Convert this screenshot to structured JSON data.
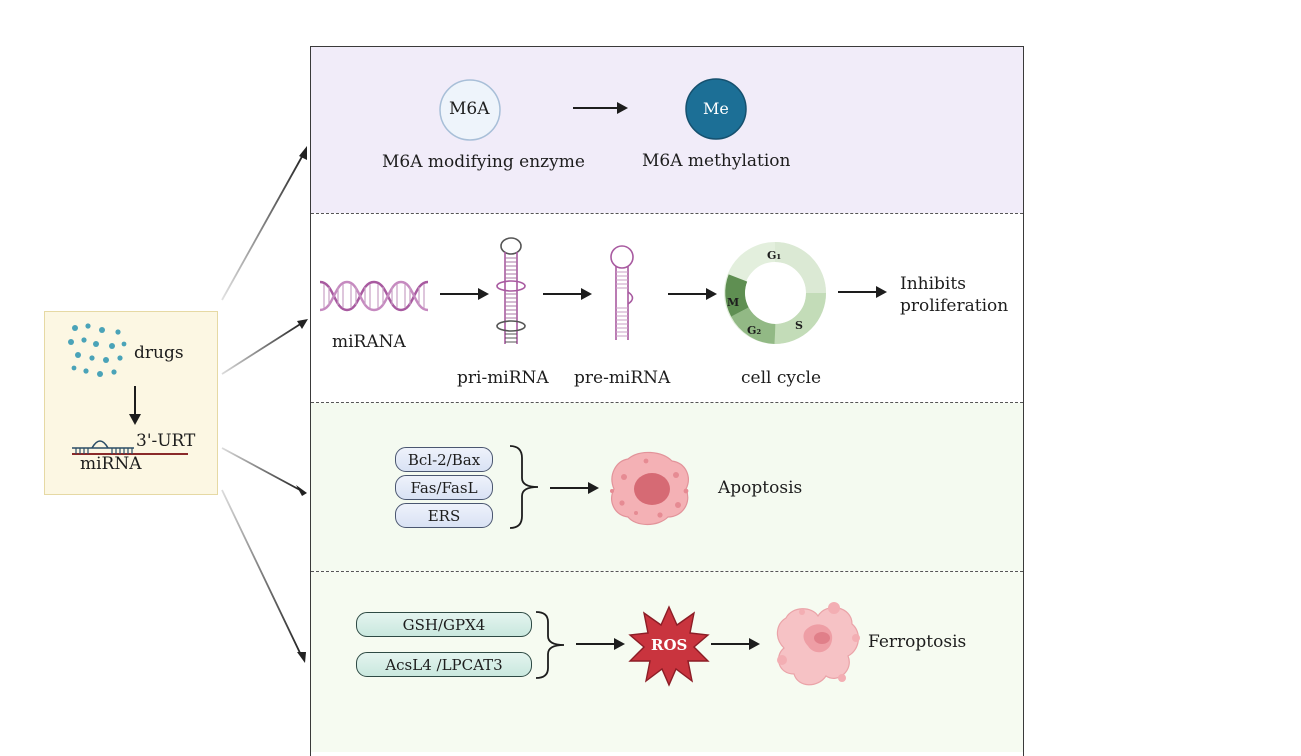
{
  "source": {
    "drugs_label": "drugs",
    "utr_label": "3'-URT",
    "mirna_label": "miRNA"
  },
  "m6a": {
    "circle_label": "M6A",
    "me_label": "Me",
    "enzyme_label": "M6A modifying enzyme",
    "methylation_label": "M6A methylation"
  },
  "mirna_pathway": {
    "dna_label": "miRANA",
    "pri_label": "pri-miRNA",
    "pre_label": "pre-miRNA",
    "cell_cycle_label": "cell cycle",
    "phases": {
      "g1": "G₁",
      "s": "S",
      "g2": "G₂",
      "m": "M"
    },
    "outcome_line1": "Inhibits",
    "outcome_line2": "proliferation"
  },
  "apoptosis": {
    "factors": [
      "Bcl-2/Bax",
      "Fas/FasL",
      "ERS"
    ],
    "outcome": "Apoptosis"
  },
  "ferroptosis": {
    "factors": [
      "GSH/GPX4",
      "AcsL4 /LPCAT3"
    ],
    "ros_label": "ROS",
    "outcome": "Ferroptosis"
  },
  "colors": {
    "panel1_bg": "#f1ecf9",
    "panel3_bg": "#f4faf0",
    "panel4_bg": "#f6fbf1",
    "source_bg": "#fcf7e3",
    "me_fill": "#1c6f96",
    "ros_fill": "#c9343e"
  }
}
